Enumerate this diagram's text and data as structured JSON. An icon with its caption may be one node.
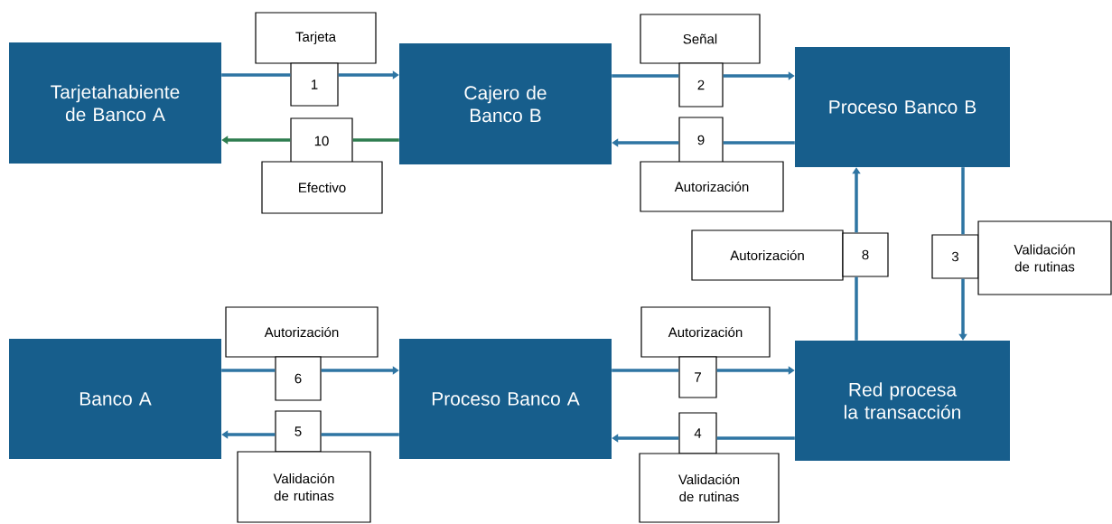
{
  "diagram": {
    "nodes": [
      {
        "text": [
          "Tarjetahabiente de Banco A"
        ]
      },
      {
        "text": [
          "Cajero de Banco B"
        ]
      },
      {
        "text": [
          "Proceso Banco B"
        ]
      },
      {
        "text": [
          "Banco A"
        ]
      },
      {
        "text": [
          "Proceso Banco A"
        ]
      },
      {
        "text": [
          "Red procesa la transacción"
        ]
      },
      {
        "text": [
          "Tarjeta"
        ]
      },
      {
        "text": [
          "1"
        ]
      },
      {
        "text": [
          "10"
        ]
      },
      {
        "text": [
          "Efectivo"
        ]
      },
      {
        "text": [
          "Señal"
        ]
      },
      {
        "text": [
          "2"
        ]
      },
      {
        "text": [
          "9"
        ]
      },
      {
        "text": [
          "Autorización"
        ]
      },
      {
        "text": [
          "Autorización"
        ]
      },
      {
        "text": [
          "8"
        ]
      },
      {
        "text": [
          "3"
        ]
      },
      {
        "text": [
          "Validación de rutinas"
        ]
      },
      {
        "text": [
          "Autorización"
        ]
      },
      {
        "text": [
          "6"
        ]
      },
      {
        "text": [
          "5"
        ]
      },
      {
        "text": [
          "Validación de rutinas"
        ]
      },
      {
        "text": [
          "Autorización"
        ]
      },
      {
        "text": [
          "7"
        ]
      },
      {
        "text": [
          "4"
        ]
      },
      {
        "text": [
          "Validación de rutinas"
        ]
      }
    ],
    "edges": [
      {
        "from": 0,
        "to": 7,
        "arrow": "none"
      },
      {
        "from": 7,
        "to": 1,
        "arrow": "to"
      },
      {
        "from": 1,
        "to": 8,
        "arrow": "none",
        "color": "#2e7d4f"
      },
      {
        "from": 8,
        "to": 0,
        "arrow": "to",
        "color": "#2e7d4f"
      },
      {
        "from": 1,
        "to": 11,
        "arrow": "none"
      },
      {
        "from": 11,
        "to": 2,
        "arrow": "to"
      },
      {
        "from": 2,
        "to": 12,
        "arrow": "none"
      },
      {
        "from": 12,
        "to": 1,
        "arrow": "to"
      },
      {
        "from": 2,
        "to": 16,
        "arrow": "none"
      },
      {
        "from": 16,
        "to": 5,
        "arrow": "to"
      },
      {
        "from": 5,
        "to": 15,
        "arrow": "none"
      },
      {
        "from": 15,
        "to": 2,
        "arrow": "to"
      },
      {
        "from": 4,
        "to": 23,
        "arrow": "none"
      },
      {
        "from": 23,
        "to": 5,
        "arrow": "to"
      },
      {
        "from": 5,
        "to": 24,
        "arrow": "none"
      },
      {
        "from": 24,
        "to": 4,
        "arrow": "to"
      },
      {
        "from": 3,
        "to": 19,
        "arrow": "none"
      },
      {
        "from": 19,
        "to": 4,
        "arrow": "to"
      },
      {
        "from": 4,
        "to": 20,
        "arrow": "none"
      },
      {
        "from": 20,
        "to": 3,
        "arrow": "to"
      }
    ]
  }
}
